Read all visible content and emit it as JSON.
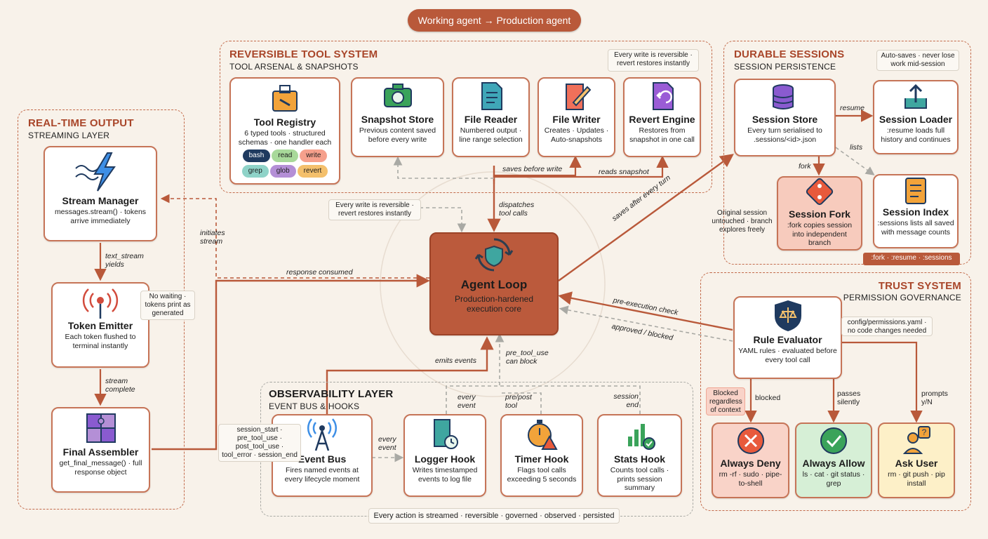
{
  "header": {
    "title": "Working agent → Production agent"
  },
  "regions": {
    "realtime": {
      "title": "REAL-TIME OUTPUT",
      "subtitle": "STREAMING LAYER"
    },
    "tools": {
      "title": "REVERSIBLE TOOL SYSTEM",
      "subtitle": "TOOL ARSENAL & SNAPSHOTS"
    },
    "sessions": {
      "title": "DURABLE SESSIONS",
      "subtitle": "SESSION PERSISTENCE"
    },
    "trust": {
      "title": "TRUST SYSTEM",
      "subtitle": "PERMISSION GOVERNANCE"
    },
    "observability": {
      "title": "OBSERVABILITY LAYER",
      "subtitle": "EVENT BUS & HOOKS"
    }
  },
  "cards": {
    "stream_manager": {
      "title": "Stream Manager",
      "desc": "messages.stream() · tokens arrive immediately"
    },
    "token_emitter": {
      "title": "Token Emitter",
      "desc": "Each token flushed to terminal instantly"
    },
    "final_assembler": {
      "title": "Final Assembler",
      "desc": "get_final_message() · full response object"
    },
    "tool_registry": {
      "title": "Tool Registry",
      "desc": "6 typed tools · structured schemas · one handler each"
    },
    "snapshot_store": {
      "title": "Snapshot Store",
      "desc": "Previous content saved before every write"
    },
    "file_reader": {
      "title": "File Reader",
      "desc": "Numbered output · line range selection"
    },
    "file_writer": {
      "title": "File Writer",
      "desc": "Creates · Updates · Auto-snapshots"
    },
    "revert_engine": {
      "title": "Revert Engine",
      "desc": "Restores from snapshot in one call"
    },
    "agent_loop": {
      "title": "Agent Loop",
      "desc": "Production-hardened execution core"
    },
    "session_store": {
      "title": "Session Store",
      "desc": "Every turn serialised to .sessions/<id>.json"
    },
    "session_loader": {
      "title": "Session Loader",
      "desc": ":resume loads full history and continues"
    },
    "session_fork": {
      "title": "Session Fork",
      "desc": ":fork copies session into independent branch"
    },
    "session_index": {
      "title": "Session Index",
      "desc": ":sessions lists all saved with message counts"
    },
    "rule_evaluator": {
      "title": "Rule Evaluator",
      "desc": "YAML rules · evaluated before every tool call"
    },
    "always_deny": {
      "title": "Always Deny",
      "desc": "rm -rf · sudo · pipe-to-shell"
    },
    "always_allow": {
      "title": "Always Allow",
      "desc": "ls · cat · git status · grep"
    },
    "ask_user": {
      "title": "Ask User",
      "desc": "rm · git push · pip install"
    },
    "event_bus": {
      "title": "Event Bus",
      "desc": "Fires named events at every lifecycle moment"
    },
    "logger_hook": {
      "title": "Logger Hook",
      "desc": "Writes timestamped events to log file"
    },
    "timer_hook": {
      "title": "Timer Hook",
      "desc": "Flags tool calls exceeding 5 seconds"
    },
    "stats_hook": {
      "title": "Stats Hook",
      "desc": "Counts tool calls · prints session summary"
    }
  },
  "tool_tags": [
    "bash",
    "read",
    "write",
    "grep",
    "glob",
    "revert"
  ],
  "tool_tag_colors": [
    "#1f3a5f",
    "#a8d99a",
    "#f6a08c",
    "#8fd3c8",
    "#b48fd6",
    "#f4c06c"
  ],
  "notes": {
    "tools_top": "Every write is reversible · revert restores instantly",
    "tools_mid": "Every write is reversible · revert restores instantly",
    "tokens": "No waiting · tokens print as generated",
    "sessions_top": "Auto-saves · never lose work mid-session",
    "fork_side": "Original session untouched · branch explores freely",
    "session_cmds": ":fork · :resume · :sessions",
    "permissions": "config/permissions.yaml · no code changes needed",
    "blocked_regardless": "Blocked regardless of context",
    "events_list": "session_start · pre_tool_use · post_tool_use · tool_error · session_end",
    "footer": "Every action is streamed · reversible · governed · observed · persisted"
  },
  "edge_labels": {
    "initiates_stream": "initiates stream",
    "text_stream_yields": "text_stream yields",
    "stream_complete": "stream complete",
    "response_consumed": "response consumed",
    "saves_before_write": "saves before write",
    "reads_snapshot": "reads snapshot",
    "dispatches": "dispatches tool calls",
    "saves_after_every_turn": "saves after every turn",
    "resume": "resume",
    "fork": "fork",
    "lists": "lists",
    "pre_execution_check": "pre-execution check",
    "approved_blocked": "approved / blocked",
    "blocked": "blocked",
    "passes_silently": "passes silently",
    "prompts": "prompts y/N",
    "emits_events": "emits events",
    "pre_tool_use_block": "pre_tool_use can block",
    "every_event_top": "every event",
    "pre_post_tool": "pre/post tool",
    "session_end": "session end",
    "every_event_side": "every event"
  },
  "colors": {
    "accent": "#b9593a",
    "border": "#c67457",
    "background": "#f8f2ea",
    "deny": "#f9d3c8",
    "allow": "#d6efd6",
    "ask": "#fdf0c8"
  }
}
